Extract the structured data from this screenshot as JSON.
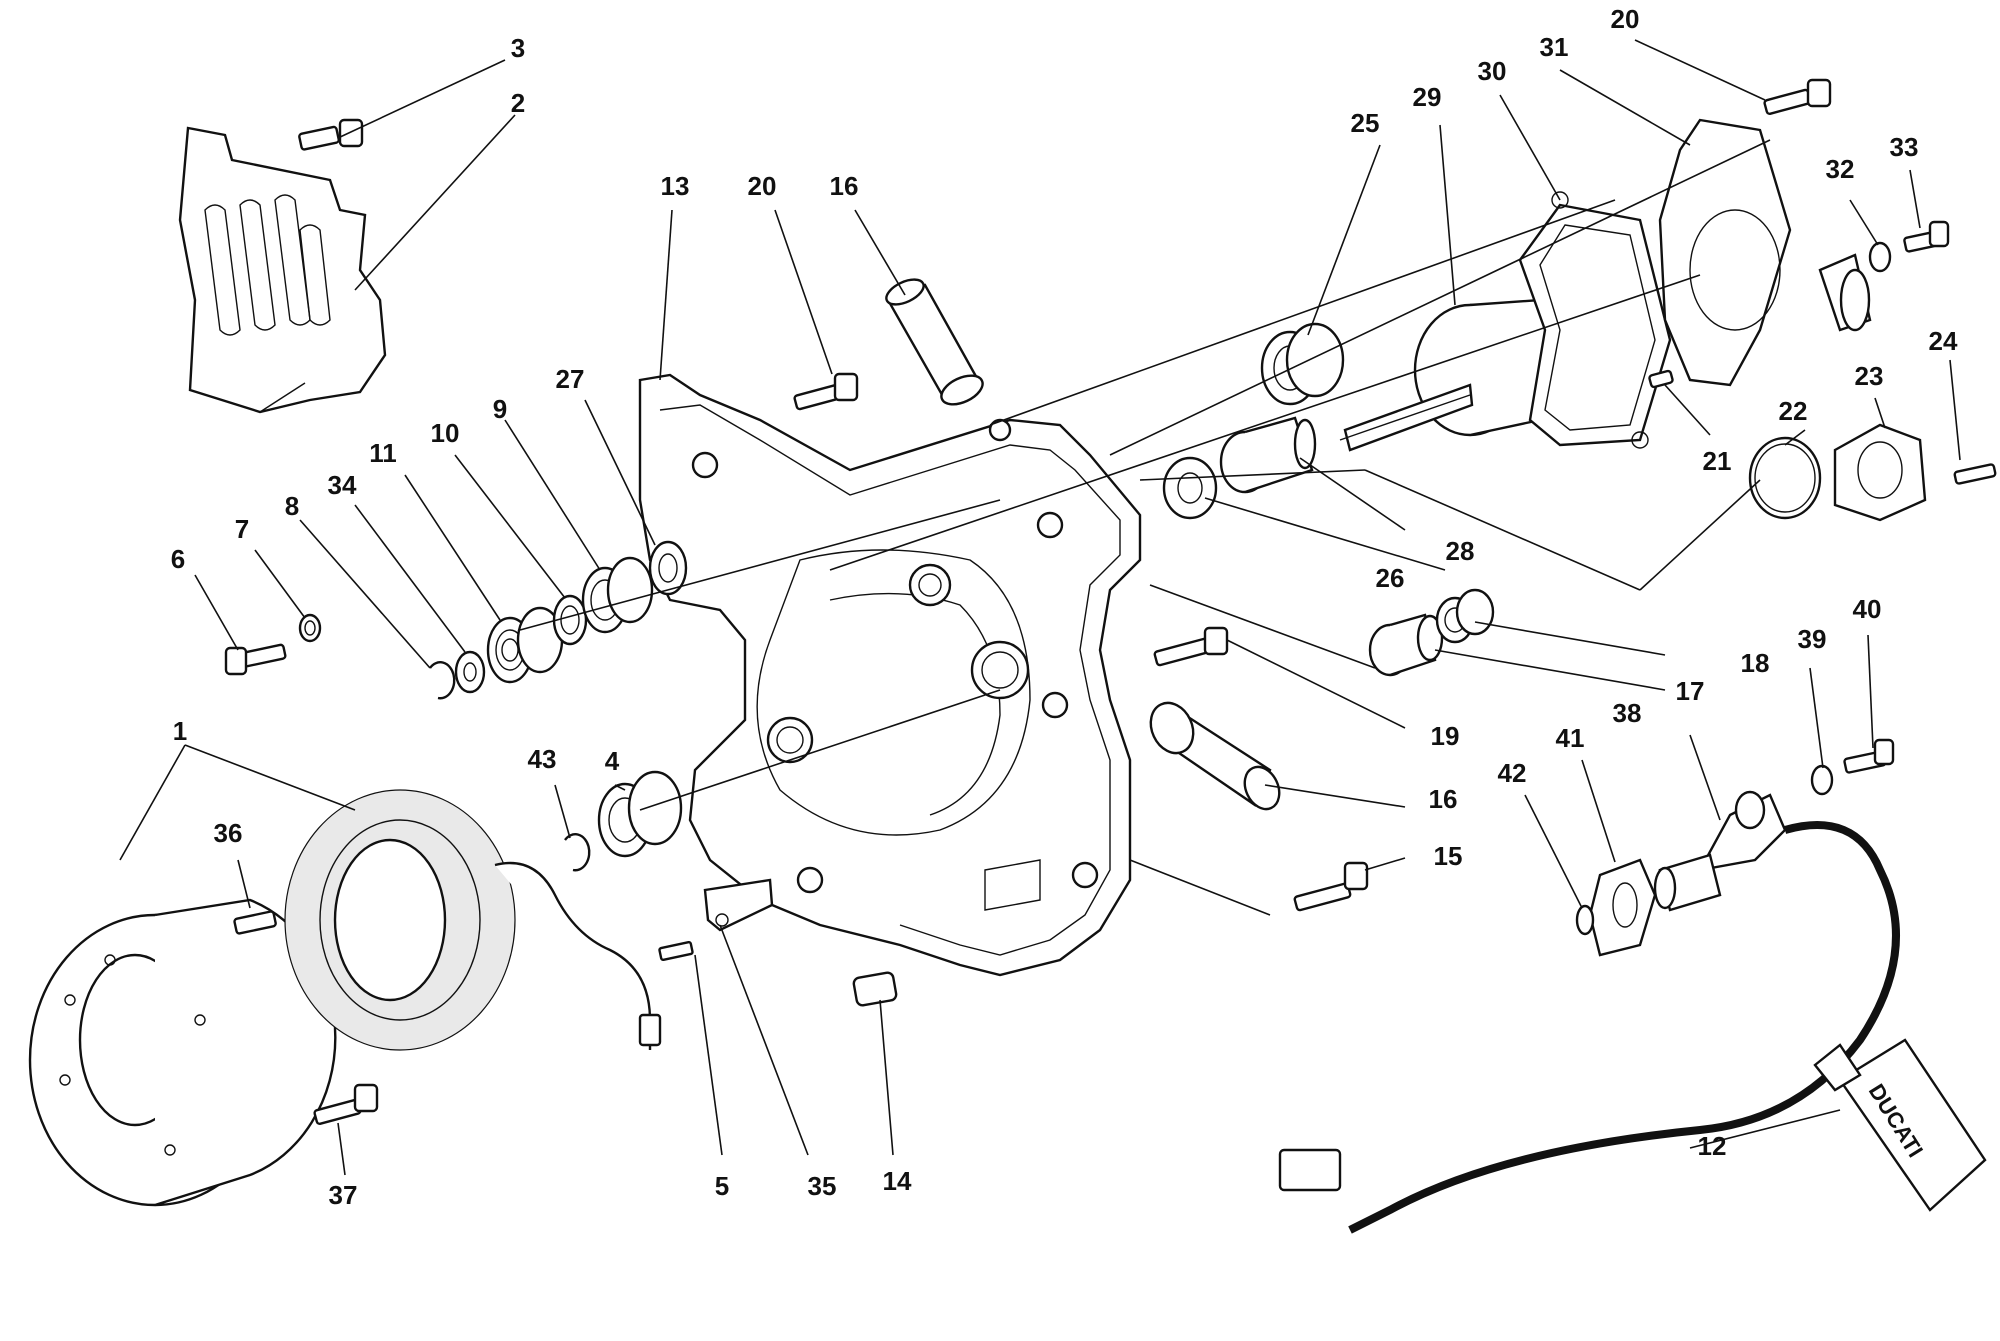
{
  "labels": [
    {
      "num": "1"
    },
    {
      "num": "2"
    },
    {
      "num": "3"
    },
    {
      "num": "4"
    },
    {
      "num": "5"
    },
    {
      "num": "6"
    },
    {
      "num": "7"
    },
    {
      "num": "8"
    },
    {
      "num": "9"
    },
    {
      "num": "10"
    },
    {
      "num": "11"
    },
    {
      "num": "12"
    },
    {
      "num": "13"
    },
    {
      "num": "14"
    },
    {
      "num": "15"
    },
    {
      "num": "16"
    },
    {
      "num": "16"
    },
    {
      "num": "17"
    },
    {
      "num": "18"
    },
    {
      "num": "19"
    },
    {
      "num": "20"
    },
    {
      "num": "20"
    },
    {
      "num": "21"
    },
    {
      "num": "22"
    },
    {
      "num": "23"
    },
    {
      "num": "24"
    },
    {
      "num": "25"
    },
    {
      "num": "26"
    },
    {
      "num": "27"
    },
    {
      "num": "28"
    },
    {
      "num": "29"
    },
    {
      "num": "30"
    },
    {
      "num": "31"
    },
    {
      "num": "32"
    },
    {
      "num": "33"
    },
    {
      "num": "34"
    },
    {
      "num": "35"
    },
    {
      "num": "36"
    },
    {
      "num": "37"
    },
    {
      "num": "38"
    },
    {
      "num": "39"
    },
    {
      "num": "40"
    },
    {
      "num": "41"
    },
    {
      "num": "42"
    },
    {
      "num": "43"
    }
  ],
  "tube_brand": "DUCATI"
}
